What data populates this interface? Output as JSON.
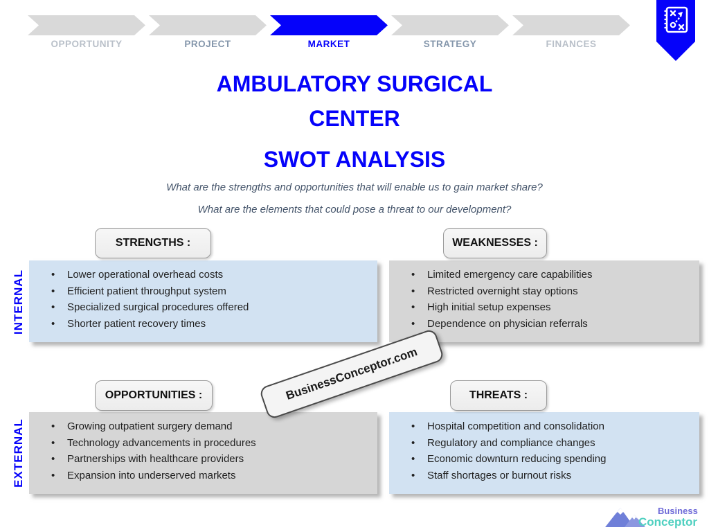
{
  "progress_bar": {
    "steps": [
      {
        "label": "OPPORTUNITY",
        "active": false
      },
      {
        "label": "PROJECT",
        "active": false
      },
      {
        "label": "MARKET",
        "active": true
      },
      {
        "label": "STRATEGY",
        "active": false
      },
      {
        "label": "FINANCES",
        "active": false
      }
    ]
  },
  "header": {
    "title": "AMBULATORY SURGICAL CENTER",
    "subtitle": "SWOT ANALYSIS",
    "question1": "What are the strengths and opportunities that will enable us to gain market share?",
    "question2": "What are the elements that could pose a threat to our development?"
  },
  "row_labels": {
    "internal": "INTERNAL",
    "external": "EXTERNAL"
  },
  "quadrants": {
    "strengths": {
      "label": "STRENGTHS :",
      "items": [
        "Lower operational overhead costs",
        "Efficient patient throughput system",
        "Specialized surgical procedures offered",
        "Shorter patient recovery times"
      ]
    },
    "weaknesses": {
      "label": "WEAKNESSES :",
      "items": [
        "Limited emergency care capabilities",
        "Restricted overnight stay options",
        "High initial setup expenses",
        "Dependence on physician referrals"
      ]
    },
    "opportunities": {
      "label": "OPPORTUNITIES :",
      "items": [
        "Growing outpatient surgery demand",
        "Technology advancements in procedures",
        "Partnerships with healthcare providers",
        "Expansion into underserved markets"
      ]
    },
    "threats": {
      "label": "THREATS :",
      "items": [
        "Hospital competition and consolidation",
        "Regulatory and compliance changes",
        "Economic downturn reducing spending",
        "Staff shortages or burnout risks"
      ]
    }
  },
  "watermark": "BusinessConceptor.com",
  "brand": {
    "line1": "Business",
    "line2": "Conceptor"
  },
  "icons": {
    "bookmark": "strategy-playbook-icon",
    "brand": "mountains-icon"
  },
  "colors": {
    "accent_blue": "#0502fa",
    "light_blue_box": "#d2e2f2",
    "gray_box": "#d6d6d6",
    "chevron_gray": "#d9d9d9",
    "step_label_near": "#8496ab",
    "step_label_far": "#b9c0c9",
    "question_text": "#44546a",
    "brand_purple": "#6f6bd8",
    "brand_teal": "#4fd0c0"
  }
}
